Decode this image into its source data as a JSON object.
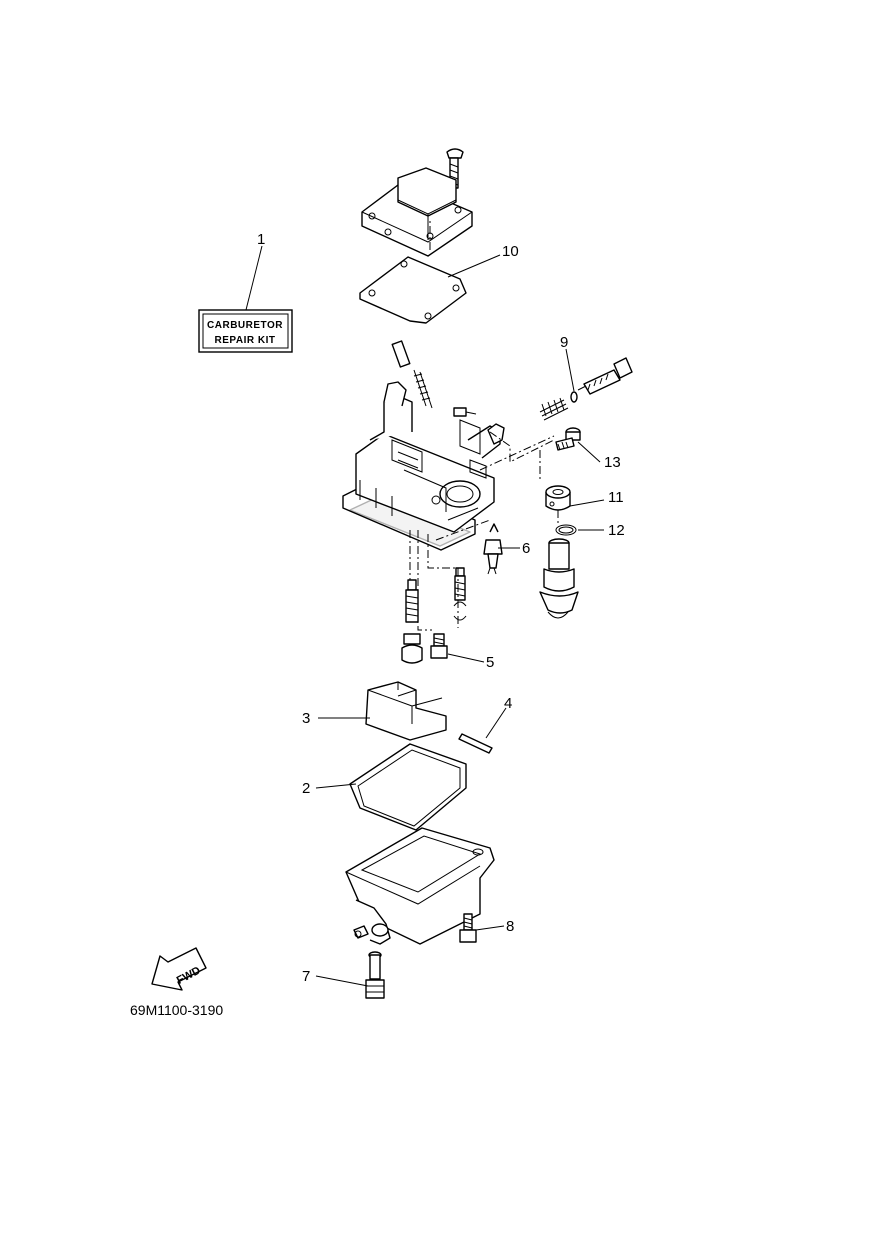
{
  "parts": [
    {
      "num": "1",
      "name": "repair-kit"
    },
    {
      "num": "2",
      "name": "gasket-float-chamber"
    },
    {
      "num": "3",
      "name": "float"
    },
    {
      "num": "4",
      "name": "float-pin"
    },
    {
      "num": "5",
      "name": "screw"
    },
    {
      "num": "6",
      "name": "needle-valve"
    },
    {
      "num": "7",
      "name": "drain-screw"
    },
    {
      "num": "8",
      "name": "screw"
    },
    {
      "num": "9",
      "name": "o-ring"
    },
    {
      "num": "10",
      "name": "gasket-top-cover"
    },
    {
      "num": "11",
      "name": "spacer"
    },
    {
      "num": "12",
      "name": "o-ring"
    },
    {
      "num": "13",
      "name": "screw"
    }
  ],
  "kit_label": {
    "line1": "CARBURETOR",
    "line2": "REPAIR KIT"
  },
  "fwd_label": "FWD",
  "diagram_code": "69M1100-3190"
}
